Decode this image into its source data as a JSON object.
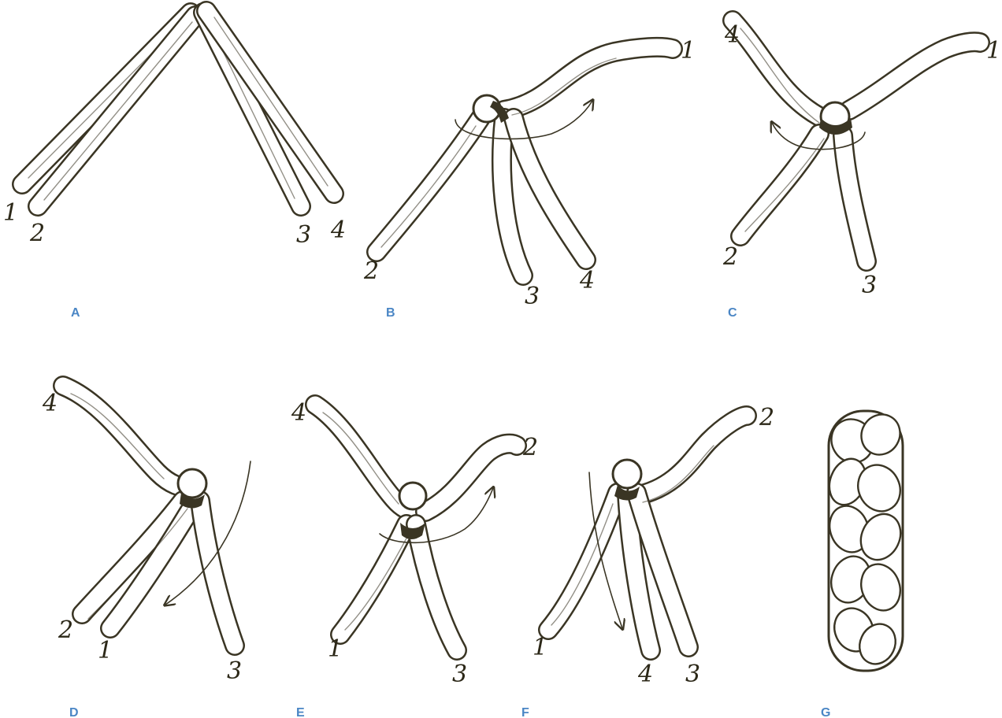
{
  "colors": {
    "ink": "#3a3524",
    "label": "#4a86c5",
    "background": "#ffffff"
  },
  "panels": [
    {
      "label": "A",
      "strand_numbers": [
        "1",
        "2",
        "3",
        "4"
      ]
    },
    {
      "label": "B",
      "strand_numbers": [
        "1",
        "2",
        "3",
        "4"
      ]
    },
    {
      "label": "C",
      "strand_numbers": [
        "4",
        "1",
        "2",
        "3"
      ]
    },
    {
      "label": "D",
      "strand_numbers": [
        "4",
        "2",
        "1",
        "3"
      ]
    },
    {
      "label": "E",
      "strand_numbers": [
        "4",
        "2",
        "1",
        "3"
      ]
    },
    {
      "label": "F",
      "strand_numbers": [
        "2",
        "1",
        "4",
        "3"
      ]
    },
    {
      "label": "G",
      "strand_numbers": []
    }
  ]
}
